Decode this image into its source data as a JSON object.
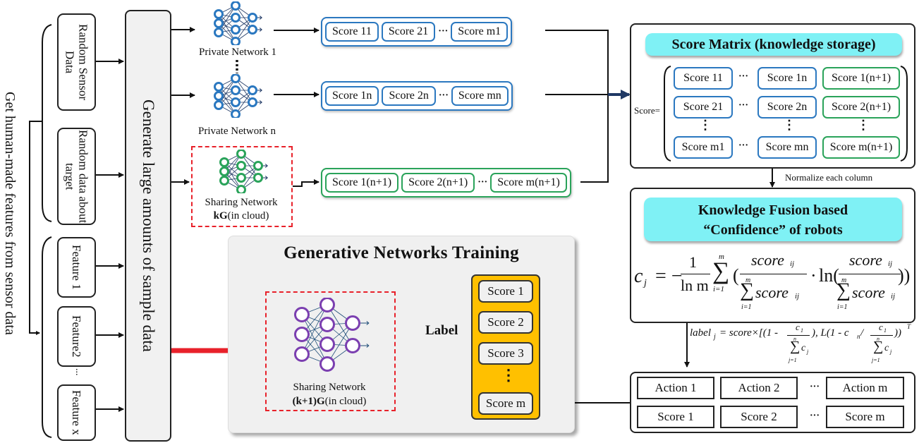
{
  "left_caption": "Get human-made features from sensor data",
  "inputs": {
    "random_group": [
      "Random Sensor Data",
      "Random data about target"
    ],
    "feature_group": [
      "Feature 1",
      "Feature2",
      "Feature x"
    ],
    "feature_ellipsis": "..."
  },
  "generator_label": "Generate large amounts of sample data",
  "networks": {
    "private_1": "Private Network 1",
    "private_n": "Private Network n",
    "sharing_line1": "Sharing Network",
    "sharing_bold": "kG",
    "sharing_rest": "(in cloud)"
  },
  "score_rows": [
    {
      "color": "blue",
      "cells": [
        "Score 11",
        "Score 21",
        "Score m1"
      ]
    },
    {
      "color": "blue",
      "cells": [
        "Score 1n",
        "Score 2n",
        "Score mn"
      ]
    },
    {
      "color": "green",
      "cells": [
        "Score 1(n+1)",
        "Score 2(n+1)",
        "Score m(n+1)"
      ]
    }
  ],
  "ellipsis": "···",
  "score_matrix": {
    "title": "Score Matrix (knowledge storage)",
    "prefix": "Score=",
    "rows": [
      [
        "Score 11",
        "Score 1n",
        "Score 1(n+1)"
      ],
      [
        "Score 21",
        "Score 2n",
        "Score 2(n+1)"
      ],
      [
        "Score m1",
        "Score mn",
        "Score m(n+1)"
      ]
    ]
  },
  "normalize_label": "Normalize each column",
  "fusion": {
    "title_line1": "Knowledge Fusion based",
    "title_line2": "“Confidence” of  robots",
    "formula": {
      "lhs": "c",
      "lhs_sub": "j",
      "eq": "= −",
      "frac_num": "1",
      "frac_den": "ln m",
      "sum_top": "m",
      "sum_bottom": "i=1",
      "score": "score",
      "score_sub": "ij",
      "ln": "ln("
    }
  },
  "label_formula": {
    "lhs": "label",
    "lhs_sub": "j",
    "body_1": "= score×[(1 - ",
    "c1": "c",
    "c1_sub": "1",
    "body_2": "), L(1 - c",
    "cn_sub": "n",
    "body_3": " / ",
    "body_4": "))",
    "sup": "T",
    "sum_top": "n",
    "sum_bottom": "j=1",
    "cj": "c",
    "cj_sub": "j"
  },
  "actions": {
    "actions": [
      "Action 1",
      "Action 2",
      "Action m"
    ],
    "scores": [
      "Score 1",
      "Score 2",
      "Score m"
    ],
    "ellipsis": "···"
  },
  "training": {
    "title": "Generative  Networks Training",
    "net_line1": "Sharing Network",
    "net_bold": "(k+1)G",
    "net_rest": "(in cloud)",
    "label_text": "Label",
    "scores": [
      "Score 1",
      "Score 2",
      "Score 3",
      "Score m"
    ],
    "vdots": "⋮"
  },
  "colors": {
    "blue": "#2b78c0",
    "green": "#2aa35a",
    "red": "#e8212a",
    "cyan": "#7ff1f5",
    "yellow": "#ffc000",
    "purple": "#7b3fb0",
    "navy_arrow": "#1f3864"
  }
}
